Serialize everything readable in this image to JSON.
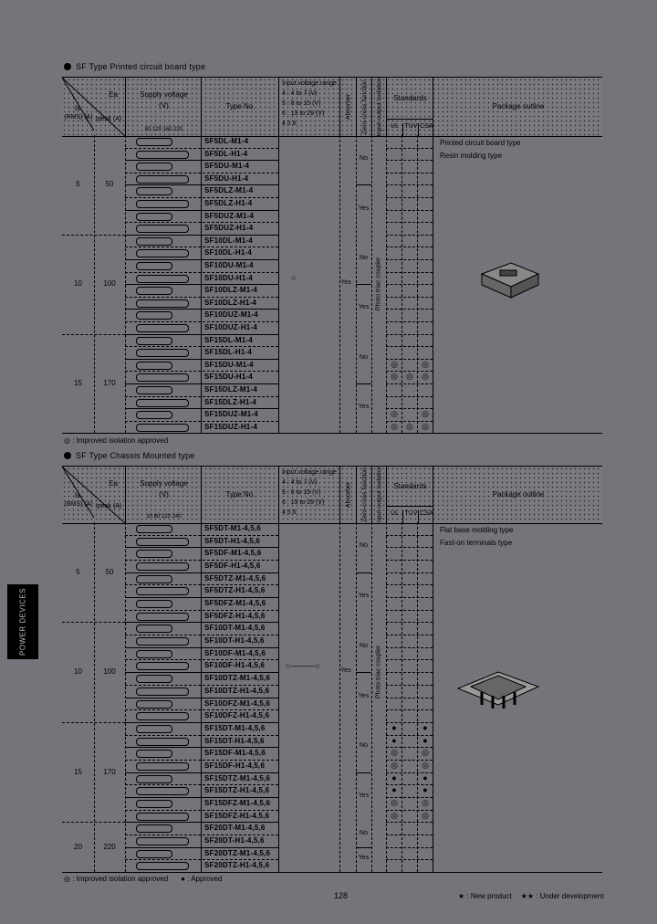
{
  "page_number": "128",
  "side_tab": "POWER DEVICES",
  "footer_legend": {
    "new": "★ : New product",
    "dev": "★★ : Under development"
  },
  "headers": {
    "is": "Is (RMS) (A)",
    "is_short": "Is",
    "is_unit": "(RMS) (A)",
    "ea": "Ea",
    "ipeak": "Ipeak (A)",
    "supply": "Supply voltage",
    "supply_unit": "(V)",
    "type_no": "Type No.",
    "input_range": "Input voltage range",
    "input_4": "4 : 4 to 7 (V)",
    "input_5": "5 : 8 to 15 (V)",
    "input_6": "6 : 19 to 29 (V)",
    "input_cols": "4    5    6",
    "absorber": "Absorber",
    "zero_cross": "Zero-cross function",
    "isolation": "Input-output isolation",
    "standards": "Standards",
    "ul": "UL",
    "tuv": "TUV",
    "csa": "CSA",
    "package": "Package outline"
  },
  "table1": {
    "title": "SF Type   Printed circuit board type",
    "supply_ticks": "80   120   160   220",
    "isolation_value": "Photo triac coupler",
    "input_mark": "○",
    "package_lines": [
      "Printed circuit board type",
      "Resin molding type"
    ],
    "footnote": "◎ : Improved isolation approved",
    "groups": [
      {
        "is": "5",
        "ipeak": "50",
        "absorber": [],
        "zero": [
          {
            "label": "No",
            "span": 4
          },
          {
            "label": "Yes",
            "span": 4
          }
        ],
        "rows": [
          {
            "type": "SF5DL-M1-4",
            "bar": "M",
            "std": [
              "",
              "",
              ""
            ]
          },
          {
            "type": "SF5DL-H1-4",
            "bar": "H",
            "std": [
              "",
              "",
              ""
            ]
          },
          {
            "type": "SF5DU-M1-4",
            "bar": "M",
            "std": [
              "",
              "",
              ""
            ]
          },
          {
            "type": "SF5DU-H1-4",
            "bar": "H",
            "std": [
              "",
              "",
              ""
            ]
          },
          {
            "type": "SF5DLZ-M1-4",
            "bar": "M",
            "std": [
              "",
              "",
              ""
            ]
          },
          {
            "type": "SF5DLZ-H1-4",
            "bar": "H",
            "std": [
              "",
              "",
              ""
            ]
          },
          {
            "type": "SF5DUZ-M1-4",
            "bar": "M",
            "std": [
              "",
              "",
              ""
            ]
          },
          {
            "type": "SF5DUZ-H1-4",
            "bar": "H",
            "std": [
              "",
              "",
              ""
            ]
          }
        ]
      },
      {
        "is": "10",
        "ipeak": "100",
        "absorber": [
          {
            "label": "Yes",
            "span": 8
          }
        ],
        "zero": [
          {
            "label": "No",
            "span": 4
          },
          {
            "label": "Yes",
            "span": 4
          }
        ],
        "rows": [
          {
            "type": "SF10DL-M1-4",
            "bar": "M",
            "std": [
              "",
              "",
              ""
            ]
          },
          {
            "type": "SF10DL-H1-4",
            "bar": "H",
            "std": [
              "",
              "",
              ""
            ]
          },
          {
            "type": "SF10DU-M1-4",
            "bar": "M",
            "std": [
              "",
              "",
              ""
            ]
          },
          {
            "type": "SF10DU-H1-4",
            "bar": "H",
            "std": [
              "",
              "",
              ""
            ]
          },
          {
            "type": "SF10DLZ-M1-4",
            "bar": "M",
            "std": [
              "",
              "",
              ""
            ]
          },
          {
            "type": "SF10DLZ-H1-4",
            "bar": "H",
            "std": [
              "",
              "",
              ""
            ]
          },
          {
            "type": "SF10DUZ-M1-4",
            "bar": "M",
            "std": [
              "",
              "",
              ""
            ]
          },
          {
            "type": "SF10DUZ-H1-4",
            "bar": "H",
            "std": [
              "",
              "",
              ""
            ]
          }
        ]
      },
      {
        "is": "15",
        "ipeak": "170",
        "absorber": [],
        "zero": [
          {
            "label": "No",
            "span": 4
          },
          {
            "label": "Yes",
            "span": 4
          }
        ],
        "rows": [
          {
            "type": "SF15DL-M1-4",
            "bar": "M",
            "std": [
              "",
              "",
              ""
            ]
          },
          {
            "type": "SF15DL-H1-4",
            "bar": "H",
            "std": [
              "",
              "",
              ""
            ]
          },
          {
            "type": "SF15DU-M1-4",
            "bar": "M",
            "std": [
              "◎",
              "",
              "◎"
            ]
          },
          {
            "type": "SF15DU-H1-4",
            "bar": "H",
            "std": [
              "◎",
              "◎",
              "◎"
            ]
          },
          {
            "type": "SF15DLZ-M1-4",
            "bar": "M",
            "std": [
              "",
              "",
              ""
            ]
          },
          {
            "type": "SF15DLZ-H1-4",
            "bar": "H",
            "std": [
              "",
              "",
              ""
            ]
          },
          {
            "type": "SF15DUZ-M1-4",
            "bar": "M",
            "std": [
              "◎",
              "",
              "◎"
            ]
          },
          {
            "type": "SF15DUZ-H1-4",
            "bar": "H",
            "std": [
              "◎",
              "◎",
              "◎"
            ]
          }
        ]
      }
    ]
  },
  "table2": {
    "title": "SF Type   Chassis Mounted type",
    "supply_ticks": "10   80   120   240",
    "isolation_value": "Photo triac coupler",
    "input_mark": "○———○",
    "package_lines": [
      "Flat base molding type",
      "Fast-on terminals type"
    ],
    "footnote": "◎ : Improved isolation approved",
    "footnote2": "● : Approved",
    "groups": [
      {
        "is": "5",
        "ipeak": "50",
        "absorber": [],
        "zero": [
          {
            "label": "No",
            "span": 4
          },
          {
            "label": "Yes",
            "span": 4
          }
        ],
        "rows": [
          {
            "type": "SF5DT-M1-4,5,6",
            "bar": "M",
            "std": [
              "",
              "",
              ""
            ]
          },
          {
            "type": "SF5DT-H1-4,5,6",
            "bar": "H",
            "std": [
              "",
              "",
              ""
            ]
          },
          {
            "type": "SF5DF-M1-4,5,6",
            "bar": "M",
            "std": [
              "",
              "",
              ""
            ]
          },
          {
            "type": "SF5DF-H1-4,5,6",
            "bar": "H",
            "std": [
              "",
              "",
              ""
            ]
          },
          {
            "type": "SF5DTZ-M1-4,5,6",
            "bar": "M",
            "std": [
              "",
              "",
              ""
            ]
          },
          {
            "type": "SF5DTZ-H1-4,5,6",
            "bar": "H",
            "std": [
              "",
              "",
              ""
            ]
          },
          {
            "type": "SF5DFZ-M1-4,5,6",
            "bar": "M",
            "std": [
              "",
              "",
              ""
            ]
          },
          {
            "type": "SF5DFZ-H1-4,5,6",
            "bar": "H",
            "std": [
              "",
              "",
              ""
            ]
          }
        ]
      },
      {
        "is": "10",
        "ipeak": "100",
        "absorber": [
          {
            "label": "Yes",
            "span": 8
          }
        ],
        "zero": [
          {
            "label": "No",
            "span": 4
          },
          {
            "label": "Yes",
            "span": 4
          }
        ],
        "rows": [
          {
            "type": "SF10DT-M1-4,5,6",
            "bar": "M",
            "std": [
              "",
              "",
              ""
            ]
          },
          {
            "type": "SF10DT-H1-4,5,6",
            "bar": "H",
            "std": [
              "",
              "",
              ""
            ]
          },
          {
            "type": "SF10DF-M1-4,5,6",
            "bar": "M",
            "std": [
              "",
              "",
              ""
            ]
          },
          {
            "type": "SF10DF-H1-4,5,6",
            "bar": "H",
            "std": [
              "",
              "",
              ""
            ]
          },
          {
            "type": "SF10DTZ-M1-4,5,6",
            "bar": "M",
            "std": [
              "",
              "",
              ""
            ]
          },
          {
            "type": "SF10DTZ-H1-4,5,6",
            "bar": "H",
            "std": [
              "",
              "",
              ""
            ]
          },
          {
            "type": "SF10DFZ-M1-4,5,6",
            "bar": "M",
            "std": [
              "",
              "",
              ""
            ]
          },
          {
            "type": "SF10DFZ-H1-4,5,6",
            "bar": "H",
            "std": [
              "",
              "",
              ""
            ]
          }
        ]
      },
      {
        "is": "15",
        "ipeak": "170",
        "absorber": [],
        "zero": [
          {
            "label": "No",
            "span": 4
          },
          {
            "label": "Yes",
            "span": 4
          }
        ],
        "rows": [
          {
            "type": "SF15DT-M1-4,5,6",
            "bar": "M",
            "std": [
              "●",
              "",
              "●"
            ]
          },
          {
            "type": "SF15DT-H1-4,5,6",
            "bar": "H",
            "std": [
              "●",
              "",
              "●"
            ]
          },
          {
            "type": "SF15DF-M1-4,5,6",
            "bar": "M",
            "std": [
              "◎",
              "",
              "◎"
            ]
          },
          {
            "type": "SF15DF-H1-4,5,6",
            "bar": "H",
            "std": [
              "◎",
              "",
              "◎"
            ]
          },
          {
            "type": "SF15DTZ-M1-4,5,6",
            "bar": "M",
            "std": [
              "●",
              "",
              "●"
            ]
          },
          {
            "type": "SF15DTZ-H1-4,5,6",
            "bar": "H",
            "std": [
              "●",
              "",
              "●"
            ]
          },
          {
            "type": "SF15DFZ-M1-4,5,6",
            "bar": "M",
            "std": [
              "◎",
              "",
              "◎"
            ]
          },
          {
            "type": "SF15DFZ-H1-4,5,6",
            "bar": "H",
            "std": [
              "◎",
              "",
              "◎"
            ]
          }
        ]
      },
      {
        "is": "20",
        "ipeak": "220",
        "absorber": [],
        "zero": [
          {
            "label": "No",
            "span": 2
          },
          {
            "label": "Yes",
            "span": 2
          }
        ],
        "rows": [
          {
            "type": "SF20DT-M1-4,5,6",
            "bar": "M",
            "std": [
              "",
              "",
              ""
            ]
          },
          {
            "type": "SF20DT-H1-4,5,6",
            "bar": "H",
            "std": [
              "",
              "",
              ""
            ]
          },
          {
            "type": "SF20DTZ-M1-4,5,6",
            "bar": "M",
            "std": [
              "",
              "",
              ""
            ]
          },
          {
            "type": "SF20DTZ-H1-4,5,6",
            "bar": "H",
            "std": [
              "",
              "",
              ""
            ]
          }
        ]
      }
    ]
  }
}
